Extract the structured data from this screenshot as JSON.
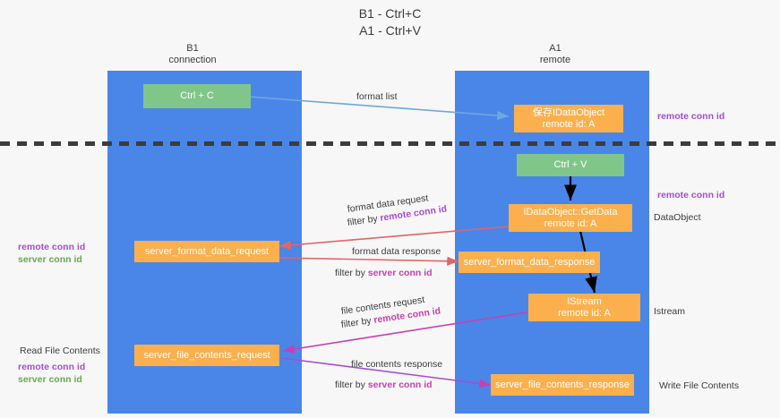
{
  "diagram": {
    "title_line1": "B1 - Ctrl+C",
    "title_line2": "A1 - Ctrl+V",
    "colors": {
      "lane": "#4a86e8",
      "green_node": "#80c68a",
      "orange_node": "#fbb04d",
      "purple": "#a64dd6",
      "magenta": "#c840b0",
      "green_text": "#6aa84f",
      "blue_arrow": "#6fa8dc",
      "red_arrow": "#e06666",
      "black_arrow": "#000000",
      "background": "#f7f7f7"
    },
    "columns": [
      {
        "name": "B1",
        "sub": "connection"
      },
      {
        "name": "A1",
        "sub": "remote"
      }
    ],
    "nodes": {
      "ctrl_c": {
        "label": "Ctrl + C"
      },
      "save_idataobject": {
        "line1": "保存IDataObject",
        "line2": "remote id: A"
      },
      "ctrl_v": {
        "label": "Ctrl + V"
      },
      "getdata": {
        "line1": "IDataObject::GetData",
        "line2": "remote id: A"
      },
      "server_format_data_request": {
        "label": "server_format_data_request"
      },
      "server_format_data_response": {
        "label": "server_format_data_response"
      },
      "istream": {
        "line1": "IStream",
        "line2": "remote id: A"
      },
      "server_file_contents_request": {
        "label": "server_file_contents_request"
      },
      "server_file_contents_response": {
        "label": "server_file_contents_response"
      }
    },
    "edge_labels": {
      "format_list": "format list",
      "format_data_request": "format data request",
      "format_data_request_filter_prefix": "filter by ",
      "format_data_request_filter_key": "remote conn id",
      "format_data_response": "format data response",
      "format_data_response_filter_prefix": "filter by ",
      "format_data_response_filter_key": "server conn id",
      "file_contents_request": "file contents request",
      "file_contents_request_filter_prefix": "filter by ",
      "file_contents_request_filter_key": "remote conn id",
      "file_contents_response": "file contents response",
      "file_contents_response_filter_prefix": "filter by ",
      "file_contents_response_filter_key": "server conn id"
    },
    "side_labels": {
      "right_remote_conn_id_top": "remote conn id",
      "right_remote_conn_id_mid": "remote conn id",
      "right_dataobject": "DataObject",
      "right_istream": "Istream",
      "right_write_file_contents": "Write File Contents",
      "left_remote_conn_id_mid": "remote conn id",
      "left_server_conn_id_mid": "server conn id",
      "left_read_file_contents": "Read File Contents",
      "left_remote_conn_id_bottom": "remote conn id",
      "left_server_conn_id_bottom": "server conn id"
    }
  }
}
